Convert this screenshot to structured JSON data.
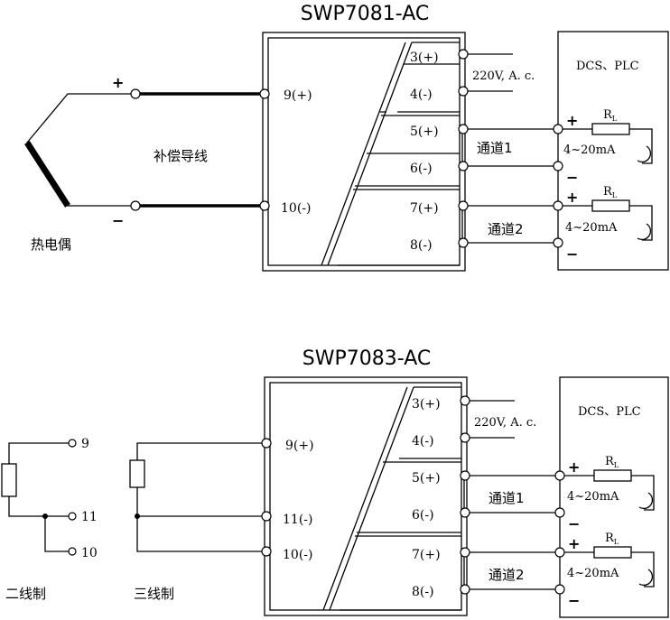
{
  "top": {
    "title": "SWP7081-AC",
    "input_terminals": {
      "t9": "9(+)",
      "t10": "10(-)"
    },
    "output_terminals": {
      "t3": "3(+)",
      "t4": "4(-)",
      "t5": "5(+)",
      "t6": "6(-)",
      "t7": "7(+)",
      "t8": "8(-)"
    },
    "power_label": "220V, A. c.",
    "dcs_label": "DCS、PLC",
    "channel1": "通道1",
    "channel2": "通道2",
    "current_label": "4~20mA",
    "rl_main": "R",
    "rl_sub": "L",
    "plus": "+",
    "minus": "−",
    "comp_wire": "补偿导线",
    "thermocouple": "热电偶"
  },
  "bottom": {
    "title": "SWP7083-AC",
    "input_terminals": {
      "t9": "9(+)",
      "t11": "11(-)",
      "t10": "10(-)"
    },
    "output_terminals": {
      "t3": "3(+)",
      "t4": "4(-)",
      "t5": "5(+)",
      "t6": "6(-)",
      "t7": "7(+)",
      "t8": "8(-)"
    },
    "power_label": "220V, A. c.",
    "dcs_label": "DCS、PLC",
    "channel1": "通道1",
    "channel2": "通道2",
    "current_label": "4~20mA",
    "rl_main": "R",
    "rl_sub": "L",
    "plus": "+",
    "minus": "−",
    "two_wire": "二线制",
    "three_wire": "三线制",
    "lead9": "9",
    "lead11": "11",
    "lead10": "10"
  }
}
